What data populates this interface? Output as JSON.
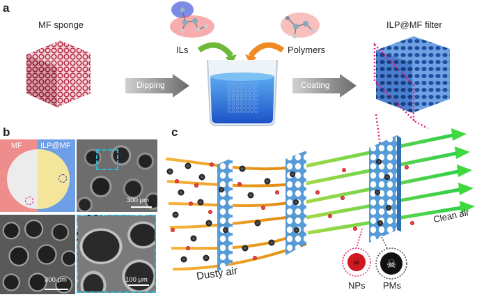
{
  "panel_a": {
    "letter": "a",
    "mf_sponge_label": "MF sponge",
    "ils_label": "ILs",
    "polymers_label": "Polymers",
    "filter_label": "ILP@MF filter",
    "dipping_label": "Dipping",
    "coating_label": "Coating"
  },
  "panel_b": {
    "letter": "b",
    "mf_label": "MF",
    "ilp_label": "ILP@MF",
    "scale_top_right": "300 μm",
    "scale_bottom_left": "300 μm",
    "scale_bottom_right": "100 μm"
  },
  "panel_c": {
    "letter": "c",
    "dusty_air_label": "Dusty air",
    "clean_air_label": "Clean air",
    "nps_label": "NPs",
    "pms_label": "PMs"
  },
  "colors": {
    "sponge_red": "#c8304a",
    "filter_blue": "#3a78c8",
    "magenta_dotted": "#e0197a",
    "cyan_dotted": "#2fb7d6",
    "navy_dotted": "#1a2f9c",
    "stream_orange": "#f0a020",
    "stream_green": "#3fcf3f"
  }
}
